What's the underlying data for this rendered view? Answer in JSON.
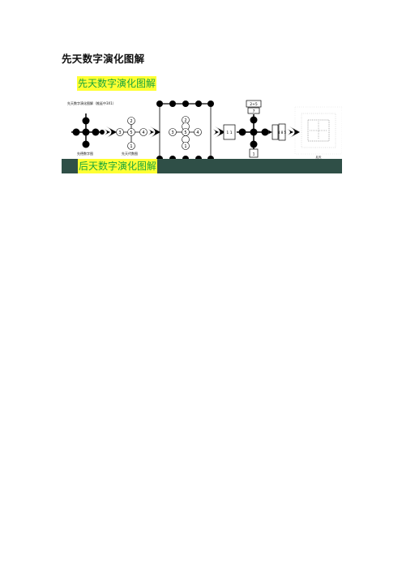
{
  "doc": {
    "title": "先天数字演化图解",
    "section_label_1": "先天数字演化图解",
    "section_label_2": "后天数字演化图解"
  },
  "figure": {
    "caption_top_left": "先天数字演化图解（推延中3X1）",
    "caption_left_bottom": "先德数字图",
    "caption_mid_bottom": "先天代数图",
    "panel2_numbers": {
      "top": "2",
      "left": "3",
      "center": "5",
      "right": "4",
      "bottom": "1"
    },
    "panel3_numbers": {
      "top": "2",
      "left": "3",
      "center": "5",
      "right": "4",
      "bottom": "1"
    },
    "panel4_box_top_1": "2+5",
    "panel4_box_top_2": "7",
    "panel4_box_left": "1 1",
    "panel4_box_right_stack": "4 8 5",
    "panel4_box_bottom": "1",
    "panel5_caption": "后天"
  },
  "colors": {
    "highlight": "#ffff33",
    "highlight_text": "#1aa53a",
    "band": "#2f4f47"
  }
}
